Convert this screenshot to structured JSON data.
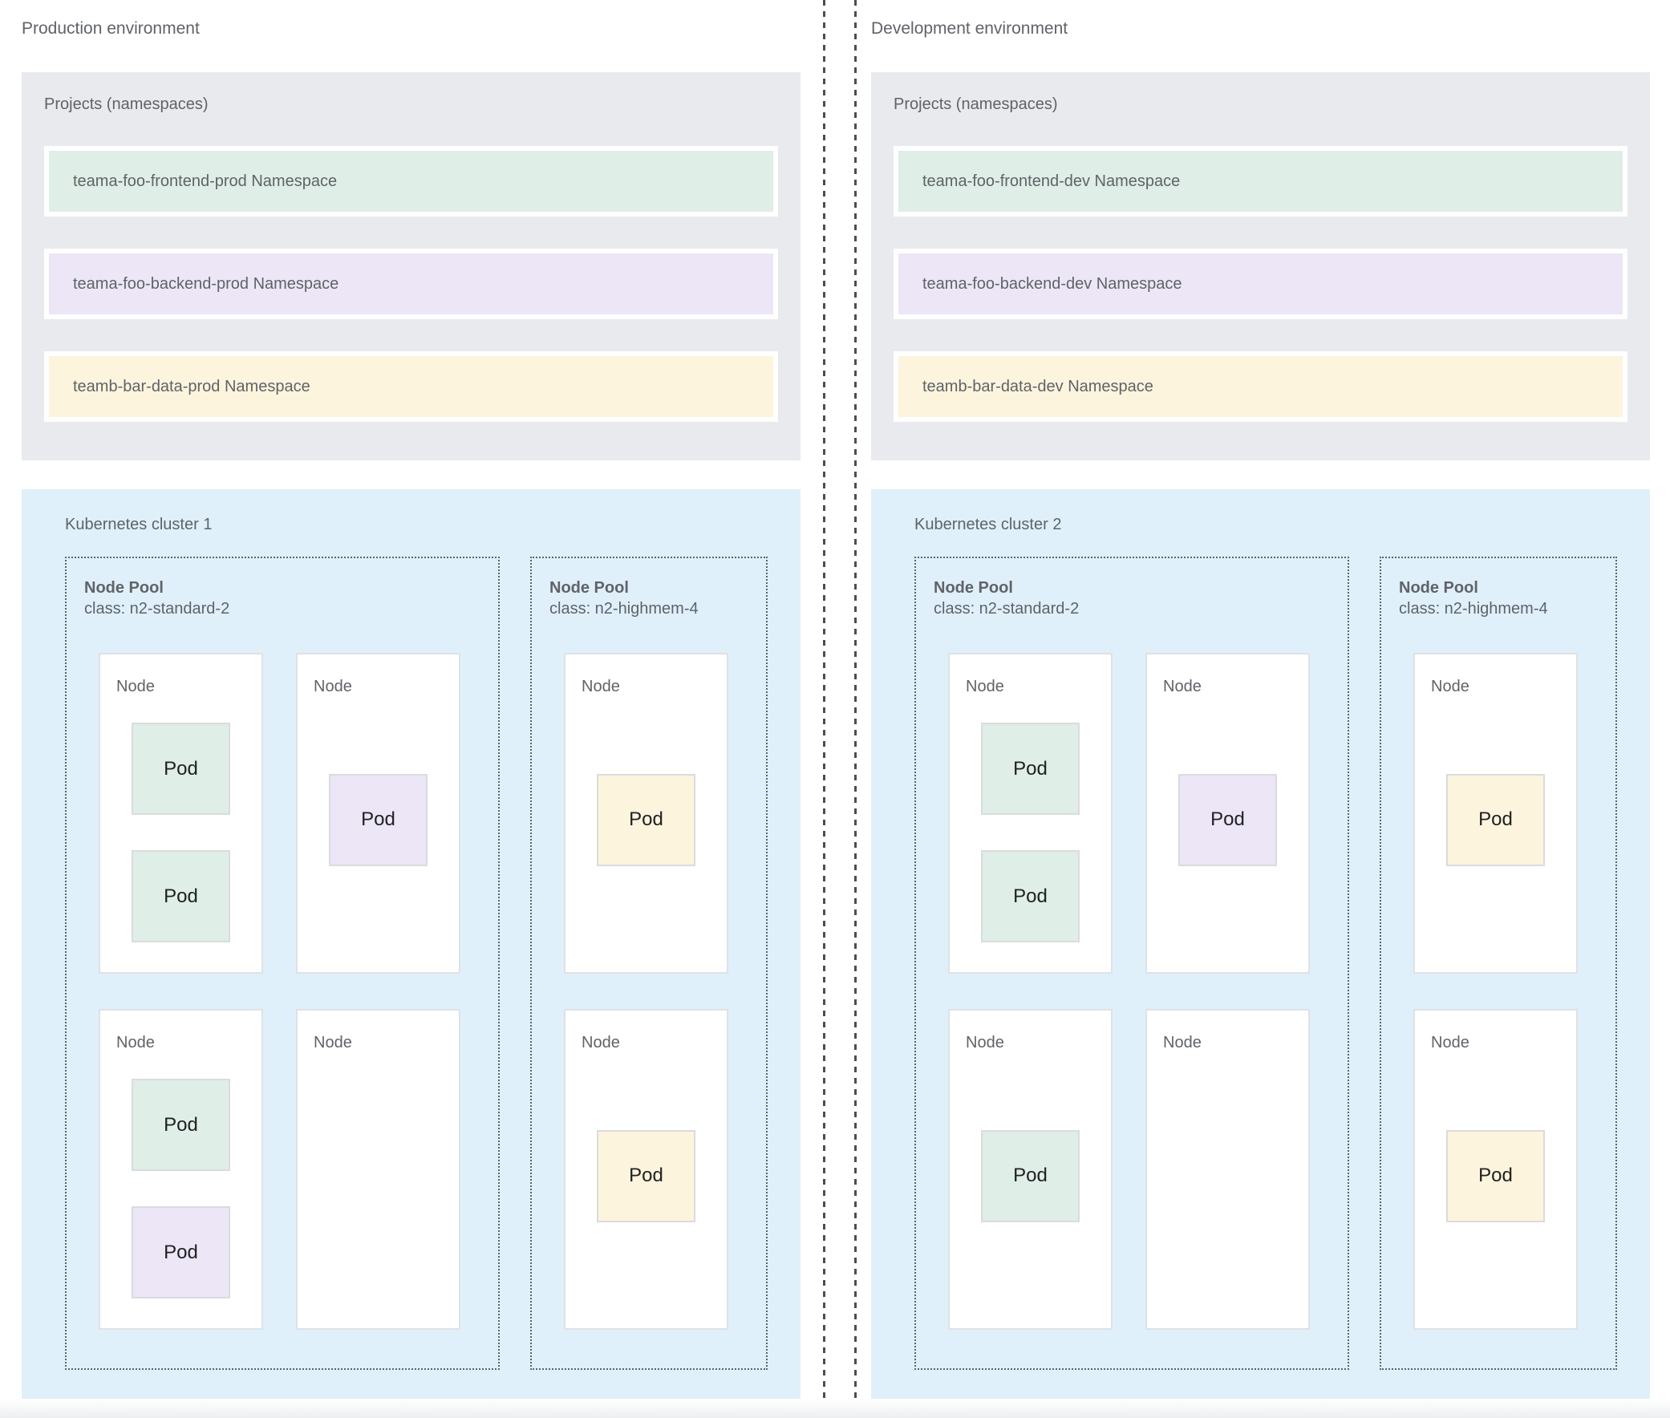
{
  "page": {
    "background": "#ffffff",
    "divider_color": "#4a4e52",
    "footer_strip_color": "#edeff0"
  },
  "colors": {
    "projects_box_bg": "#e8eaed",
    "cluster_box_bg": "#dff0fa",
    "namespace_green": "#dfeee6",
    "namespace_purple": "#ece6f6",
    "namespace_yellow": "#fcf4dc",
    "node_bg": "#ffffff",
    "label_gray": "#5f6368",
    "pod_text": "#202124"
  },
  "environments": [
    {
      "title": "Production environment",
      "projects": {
        "title": "Projects (namespaces)",
        "namespaces": [
          {
            "label": "teama-foo-frontend-prod Namespace",
            "fill": "#dfeee6"
          },
          {
            "label": "teama-foo-backend-prod Namespace",
            "fill": "#ece6f6"
          },
          {
            "label": "teamb-bar-data-prod Namespace",
            "fill": "#fcf4dc"
          }
        ]
      },
      "cluster": {
        "title": "Kubernetes cluster 1",
        "node_pools": [
          {
            "title": "Node Pool",
            "machine_class": "class: n2-standard-2",
            "nodes": [
              {
                "label": "Node",
                "pods": [
                  {
                    "label": "Pod",
                    "fill": "#dfeee6"
                  },
                  {
                    "label": "Pod",
                    "fill": "#dfeee6"
                  }
                ]
              },
              {
                "label": "Node",
                "pods": [
                  {
                    "label": "Pod",
                    "fill": "#ece6f6"
                  }
                ]
              },
              {
                "label": "Node",
                "pods": [
                  {
                    "label": "Pod",
                    "fill": "#dfeee6"
                  },
                  {
                    "label": "Pod",
                    "fill": "#ece6f6"
                  }
                ]
              },
              {
                "label": "Node",
                "pods": []
              }
            ]
          },
          {
            "title": "Node Pool",
            "machine_class": "class: n2-highmem-4",
            "nodes": [
              {
                "label": "Node",
                "pods": [
                  {
                    "label": "Pod",
                    "fill": "#fcf4dc"
                  }
                ]
              },
              {
                "label": "Node",
                "pods": [
                  {
                    "label": "Pod",
                    "fill": "#fcf4dc"
                  }
                ]
              }
            ]
          }
        ]
      }
    },
    {
      "title": "Development environment",
      "projects": {
        "title": "Projects (namespaces)",
        "namespaces": [
          {
            "label": "teama-foo-frontend-dev Namespace",
            "fill": "#dfeee6"
          },
          {
            "label": "teama-foo-backend-dev Namespace",
            "fill": "#ece6f6"
          },
          {
            "label": "teamb-bar-data-dev Namespace",
            "fill": "#fcf4dc"
          }
        ]
      },
      "cluster": {
        "title": "Kubernetes cluster 2",
        "node_pools": [
          {
            "title": "Node Pool",
            "machine_class": "class: n2-standard-2",
            "nodes": [
              {
                "label": "Node",
                "pods": [
                  {
                    "label": "Pod",
                    "fill": "#dfeee6"
                  },
                  {
                    "label": "Pod",
                    "fill": "#dfeee6"
                  }
                ]
              },
              {
                "label": "Node",
                "pods": [
                  {
                    "label": "Pod",
                    "fill": "#ece6f6"
                  }
                ]
              },
              {
                "label": "Node",
                "pods": [
                  {
                    "label": "Pod",
                    "fill": "#dfeee6"
                  }
                ]
              },
              {
                "label": "Node",
                "pods": []
              }
            ]
          },
          {
            "title": "Node Pool",
            "machine_class": "class: n2-highmem-4",
            "nodes": [
              {
                "label": "Node",
                "pods": [
                  {
                    "label": "Pod",
                    "fill": "#fcf4dc"
                  }
                ]
              },
              {
                "label": "Node",
                "pods": [
                  {
                    "label": "Pod",
                    "fill": "#fcf4dc"
                  }
                ]
              }
            ]
          }
        ]
      }
    }
  ]
}
